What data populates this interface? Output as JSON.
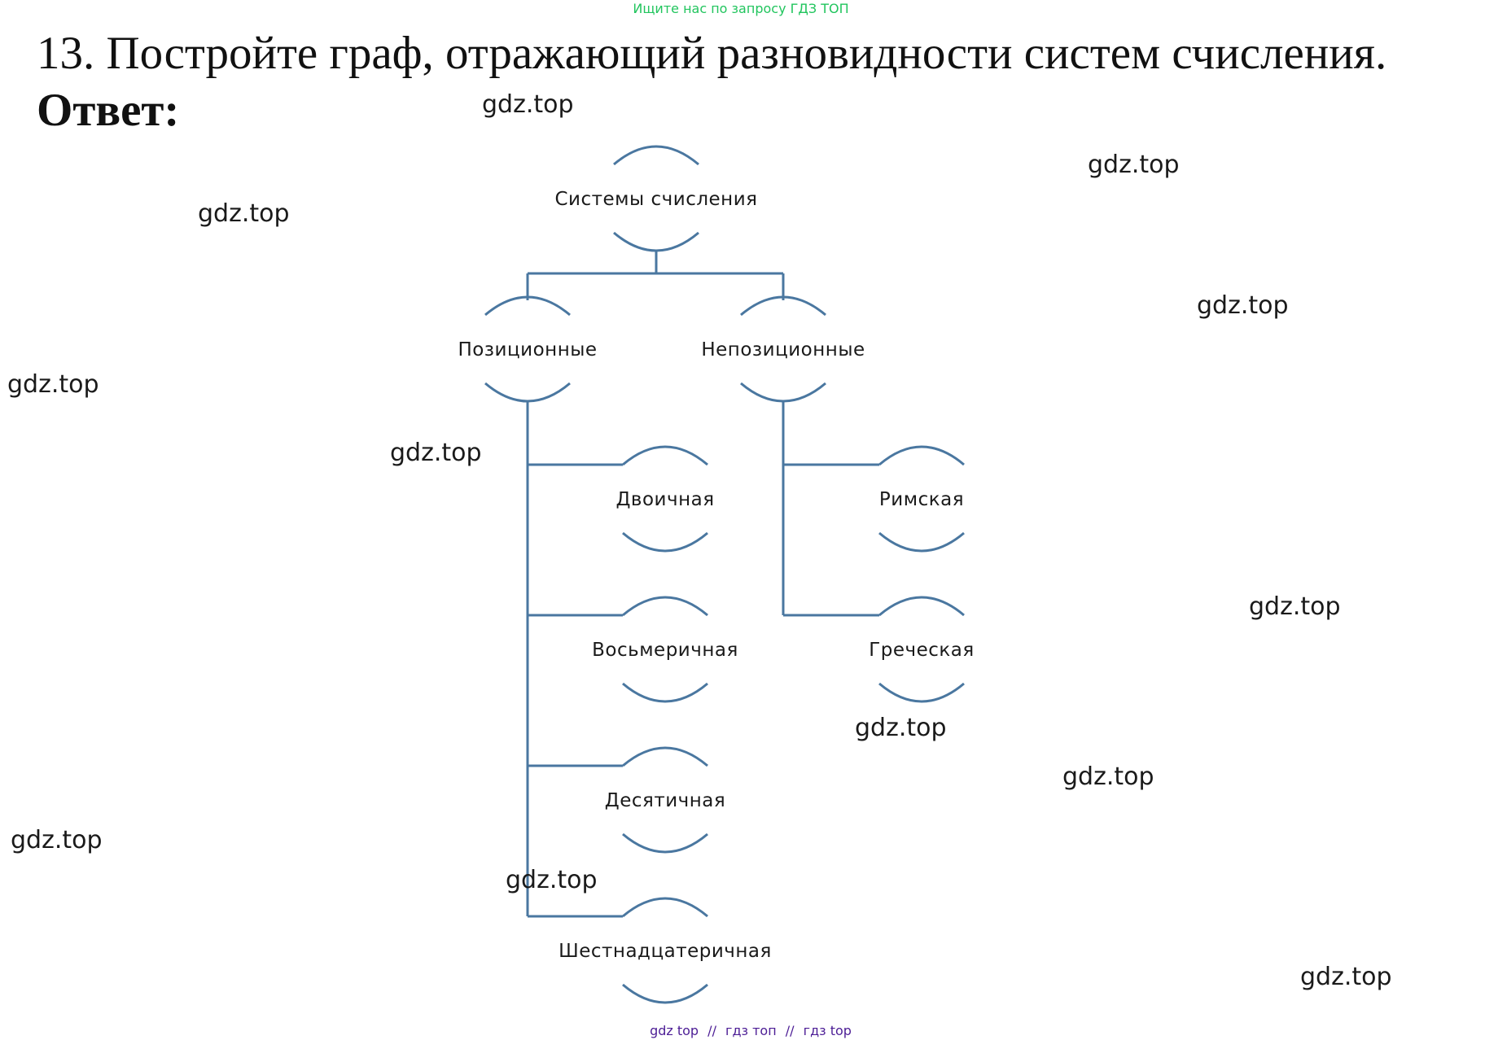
{
  "banner": "Ищите нас по запросу ГДЗ ТОП",
  "task": {
    "title": "13. Постройте граф, отражающий разновидности систем счисления.",
    "answer_label": "Ответ:"
  },
  "graph": {
    "root": "Системы счисления",
    "branches": [
      {
        "label": "Позиционные",
        "children": [
          "Двоичная",
          "Восьмеричная",
          "Десятичная",
          "Шестнадцатеричная"
        ]
      },
      {
        "label": "Непозиционные",
        "children": [
          "Римская",
          "Греческая"
        ]
      }
    ],
    "line_color": "#4a77a0"
  },
  "watermarks": [
    "gdz.top",
    "gdz.top",
    "gdz.top",
    "gdz.top",
    "gdz.top",
    "gdz.top",
    "gdz.top",
    "gdz.top",
    "gdz.top",
    "gdz.top",
    "gdz.top",
    "gdz.top"
  ],
  "footer": {
    "items": [
      "gdz top",
      "гдз топ",
      "гдз top"
    ],
    "separator": "//"
  },
  "colors": {
    "banner": "#22c55e",
    "footer": "#4c1d95",
    "text": "#111111"
  }
}
